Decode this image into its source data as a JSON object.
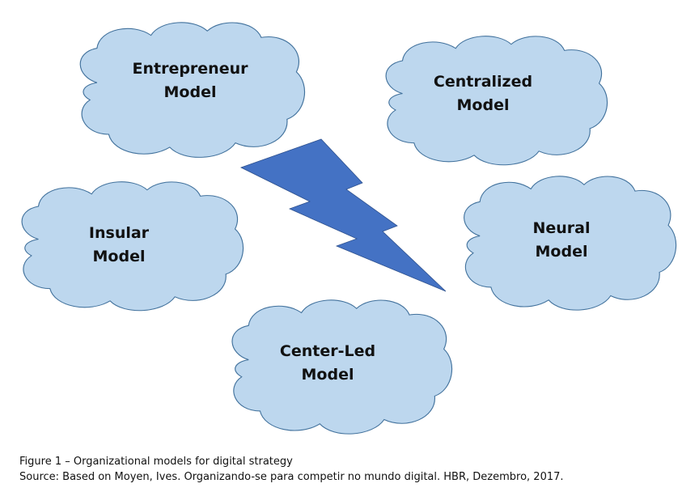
{
  "diagram": {
    "title": "Organizational models for digital strategy",
    "clouds": [
      {
        "line1": "Entrepreneur",
        "line2": "Model"
      },
      {
        "line1": "Centralized",
        "line2": "Model"
      },
      {
        "line1": "Insular",
        "line2": "Model"
      },
      {
        "line1": "Neural",
        "line2": "Model"
      },
      {
        "line1": "Center-Led",
        "line2": "Model"
      }
    ],
    "center_shape": "lightning-bolt-icon",
    "colors": {
      "cloud_fill": "#bdd7ee",
      "cloud_stroke": "#41719c",
      "bolt_fill": "#4472c4"
    }
  },
  "caption": {
    "figure": "Figure 1 – Organizational models for digital strategy",
    "source": "Source:  Based on Moyen,  Ives. Organizando-se para competir no mundo  digital. HBR, Dezembro,  2017."
  }
}
